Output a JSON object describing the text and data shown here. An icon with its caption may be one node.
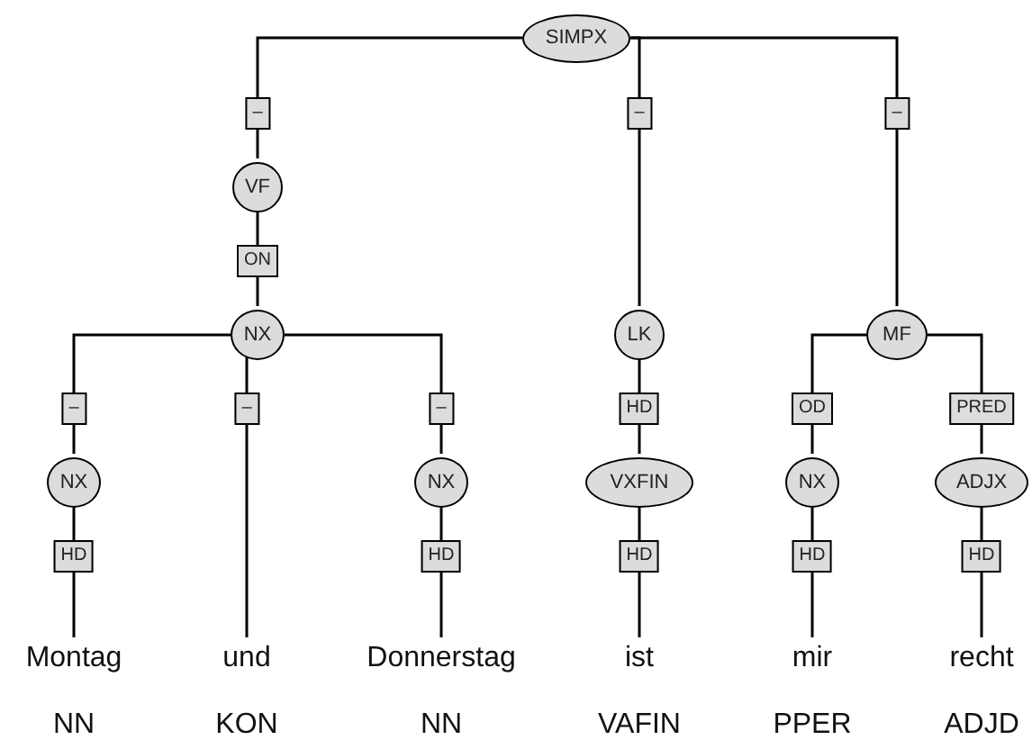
{
  "diagram": {
    "nodes": [
      {
        "text": [
          "SIMPX"
        ]
      },
      {
        "text": [
          "VF"
        ]
      },
      {
        "text": [
          "NX"
        ]
      },
      {
        "text": [
          "LK"
        ]
      },
      {
        "text": [
          "MF"
        ]
      },
      {
        "text": [
          "NX"
        ]
      },
      {
        "text": [
          "NX"
        ]
      },
      {
        "text": [
          "VXFIN"
        ]
      },
      {
        "text": [
          "NX"
        ]
      },
      {
        "text": [
          "ADJX"
        ]
      },
      {
        "text": [
          "Montag"
        ],
        "beside": [
          "NN"
        ]
      },
      {
        "text": [
          "und"
        ],
        "beside": [
          "KON"
        ]
      },
      {
        "text": [
          "Donnerstag"
        ],
        "beside": [
          "NN"
        ]
      },
      {
        "text": [
          "ist"
        ],
        "beside": [
          "VAFIN"
        ]
      },
      {
        "text": [
          "mir"
        ],
        "beside": [
          "PPER"
        ]
      },
      {
        "text": [
          "recht"
        ],
        "beside": [
          "ADJD"
        ]
      }
    ],
    "edges": [
      {
        "from": 0,
        "to": 1,
        "arrow": "none",
        "label": "–"
      },
      {
        "from": 0,
        "to": 3,
        "arrow": "none",
        "label": "–"
      },
      {
        "from": 0,
        "to": 4,
        "arrow": "none",
        "label": "–"
      },
      {
        "from": 1,
        "to": 2,
        "arrow": "none",
        "label": "ON"
      },
      {
        "from": 2,
        "to": 5,
        "arrow": "none",
        "label": "–"
      },
      {
        "from": 2,
        "to": 11,
        "arrow": "none",
        "label": "–"
      },
      {
        "from": 2,
        "to": 6,
        "arrow": "none",
        "label": "–"
      },
      {
        "from": 3,
        "to": 7,
        "arrow": "none",
        "label": "HD"
      },
      {
        "from": 4,
        "to": 8,
        "arrow": "none",
        "label": "OD"
      },
      {
        "from": 4,
        "to": 9,
        "arrow": "none",
        "label": "PRED"
      },
      {
        "from": 5,
        "to": 10,
        "arrow": "none",
        "label": "HD"
      },
      {
        "from": 6,
        "to": 12,
        "arrow": "none",
        "label": "HD"
      },
      {
        "from": 7,
        "to": 13,
        "arrow": "none",
        "label": "HD"
      },
      {
        "from": 8,
        "to": 14,
        "arrow": "none",
        "label": "HD"
      },
      {
        "from": 9,
        "to": 15,
        "arrow": "none",
        "label": "HD"
      }
    ]
  }
}
